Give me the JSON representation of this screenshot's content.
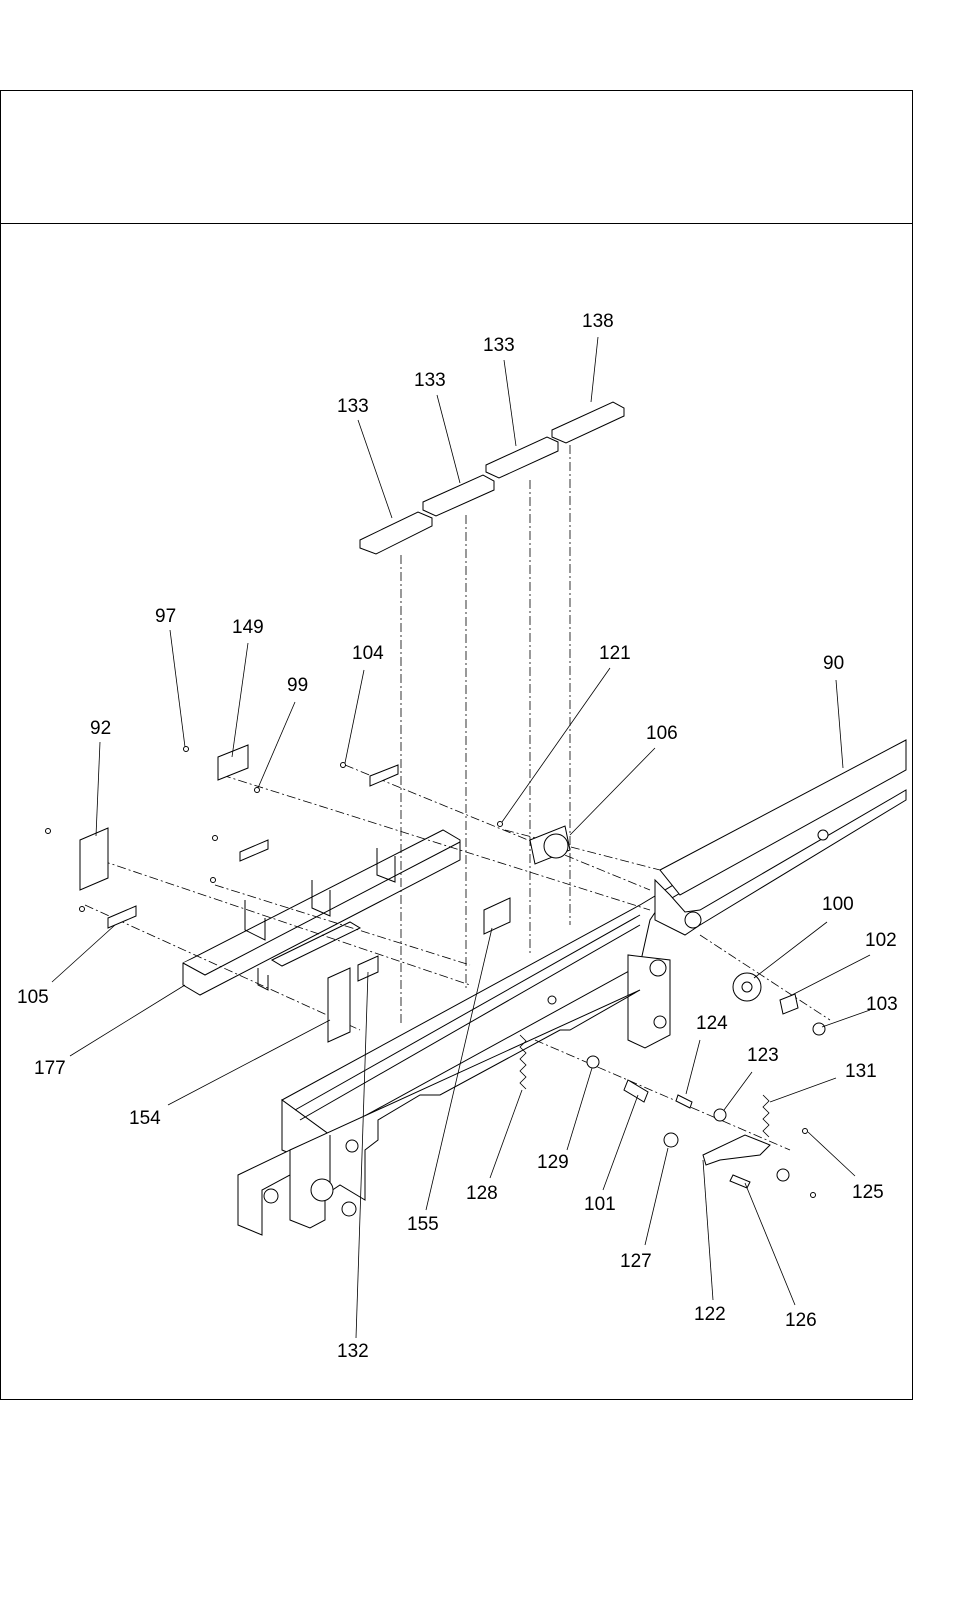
{
  "diagram": {
    "callouts": [
      {
        "id": "c138",
        "text": "138"
      },
      {
        "id": "c133a",
        "text": "133"
      },
      {
        "id": "c133b",
        "text": "133"
      },
      {
        "id": "c133c",
        "text": "133"
      },
      {
        "id": "c97",
        "text": "97"
      },
      {
        "id": "c149",
        "text": "149"
      },
      {
        "id": "c104",
        "text": "104"
      },
      {
        "id": "c121",
        "text": "121"
      },
      {
        "id": "c90",
        "text": "90"
      },
      {
        "id": "c99",
        "text": "99"
      },
      {
        "id": "c92",
        "text": "92"
      },
      {
        "id": "c106",
        "text": "106"
      },
      {
        "id": "c100",
        "text": "100"
      },
      {
        "id": "c102",
        "text": "102"
      },
      {
        "id": "c105",
        "text": "105"
      },
      {
        "id": "c103",
        "text": "103"
      },
      {
        "id": "c124",
        "text": "124"
      },
      {
        "id": "c177",
        "text": "177"
      },
      {
        "id": "c123",
        "text": "123"
      },
      {
        "id": "c131",
        "text": "131"
      },
      {
        "id": "c154",
        "text": "154"
      },
      {
        "id": "c129",
        "text": "129"
      },
      {
        "id": "c128",
        "text": "128"
      },
      {
        "id": "c101",
        "text": "101"
      },
      {
        "id": "c125",
        "text": "125"
      },
      {
        "id": "c155",
        "text": "155"
      },
      {
        "id": "c127",
        "text": "127"
      },
      {
        "id": "c122",
        "text": "122"
      },
      {
        "id": "c126",
        "text": "126"
      },
      {
        "id": "c132",
        "text": "132"
      }
    ]
  }
}
